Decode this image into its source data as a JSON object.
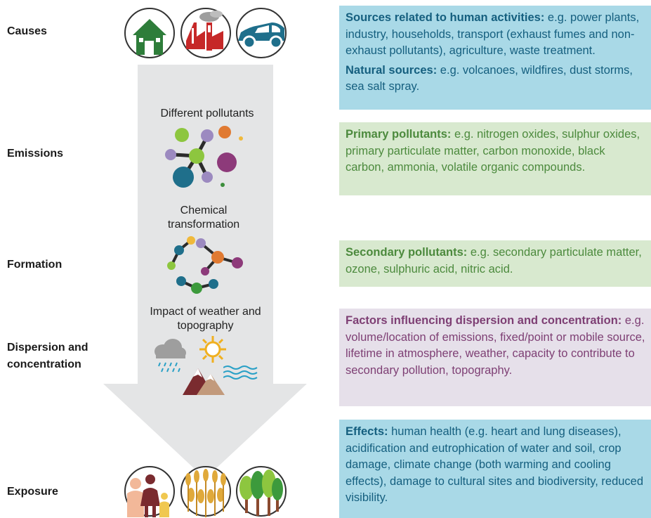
{
  "stages": {
    "causes": "Causes",
    "emissions": "Emissions",
    "formation": "Formation",
    "dispersion": "Dispersion and concentration",
    "exposure": "Exposure"
  },
  "arrow_steps": {
    "pollutants": "Different pollutants",
    "chemical": "Chemical transformation",
    "weather": "Impact of weather and topography"
  },
  "boxes": {
    "sources": {
      "human_label": "Sources related to human activities:",
      "human_text": " e.g. power plants, industry, households, transport (exhaust fumes and non-exhaust pollutants), agriculture, waste treatment.",
      "natural_label": "Natural sources:",
      "natural_text": " e.g. volcanoes, wildfires, dust storms, sea salt spray."
    },
    "primary": {
      "label": "Primary pollutants:",
      "text": " e.g. nitrogen oxides, sulphur oxides, primary particulate matter, carbon monoxide, black carbon, ammonia, volatile organic compounds."
    },
    "secondary": {
      "label": "Secondary pollutants:",
      "text": " e.g. secondary particulate matter, ozone, sulphuric acid, nitric acid."
    },
    "factors": {
      "label": "Factors influencing dispersion and concentration:",
      "text": " e.g. volume/location of emissions, fixed/point or mobile source, lifetime in atmosphere, weather, capacity to contribute to secondary pollution, topography."
    },
    "effects": {
      "label": "Effects:",
      "text": " human health (e.g. heart and lung diseases), acidification and eutrophication of water and soil, crop damage, climate change (both warming and cooling effects), damage to cultural sites and biodiversity, reduced visibility."
    }
  },
  "colors": {
    "blue_box": "#a9d9e7",
    "blue_text": "#155f7f",
    "green_box": "#d8e9cf",
    "green_text": "#4c8a3d",
    "purple_box": "#e6e0ea",
    "purple_text": "#7e3f74",
    "arrow": "#e4e5e6"
  },
  "icons": {
    "causes": [
      "house-icon",
      "factory-icon",
      "car-icon"
    ],
    "exposure": [
      "people-icon",
      "wheat-icon",
      "trees-icon"
    ],
    "emissions": "pollutant-molecules-icon",
    "formation": "chemical-transformation-icon",
    "weather": [
      "rain-cloud-icon",
      "sun-icon",
      "mountains-icon",
      "wind-waves-icon"
    ]
  }
}
